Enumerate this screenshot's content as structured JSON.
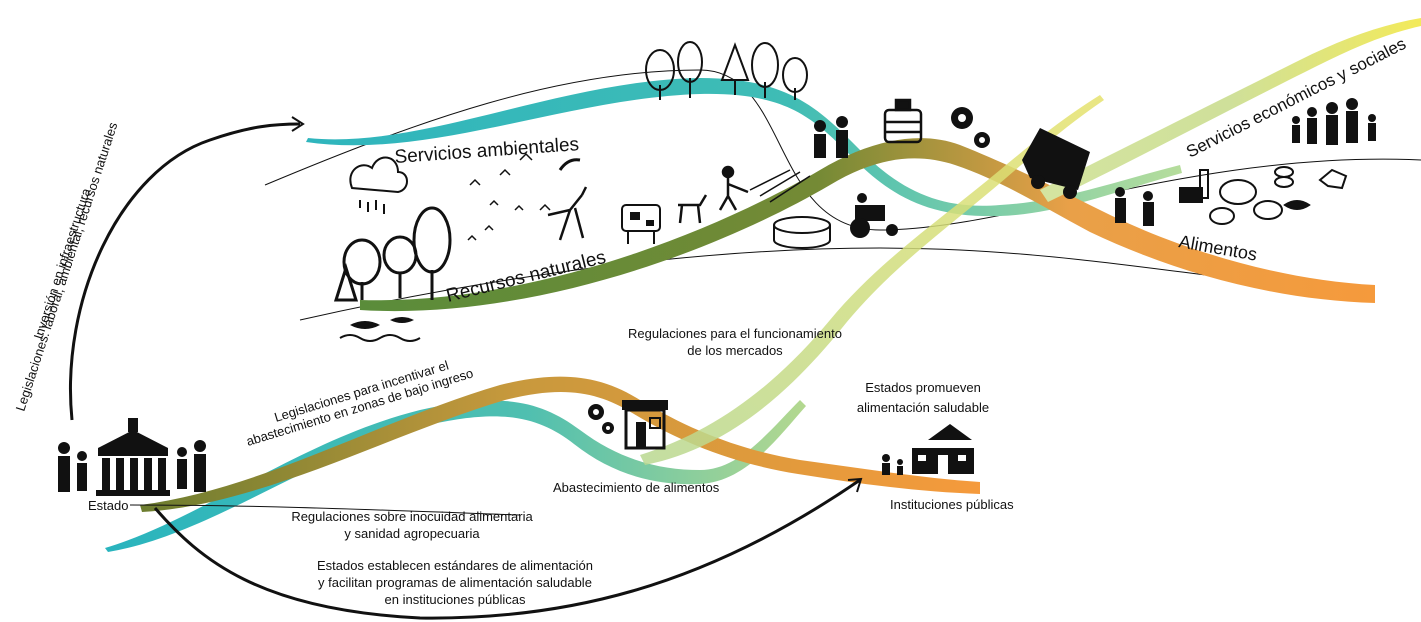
{
  "labels": {
    "servicios_ambientales": "Servicios ambientales",
    "recursos_naturales": "Recursos naturales",
    "servicios_economicos": "Servicios económicos y sociales",
    "alimentos": "Alimentos",
    "estado": "Estado",
    "instituciones_publicas": "Instituciones públicas",
    "abastecimiento": "Abastecimiento de alimentos",
    "inversion_line1": "Inversión en infraestructura",
    "inversion_line2": "Legislaciones: laboral, ambiental, recursos naturales",
    "legislaciones_line1": "Legislaciones para incentivar el",
    "legislaciones_line2": "abastecimiento en zonas de bajo ingreso",
    "regulaciones_mercados_line1": "Regulaciones para  el funcionamiento",
    "regulaciones_mercados_line2": "de los mercados",
    "estados_promueven_line1": "Estados promueven",
    "estados_promueven_line2": "alimentación saludable",
    "inocuidad_line1": "Regulaciones sobre inocuidad alimentaria",
    "inocuidad_line2": "y sanidad agropecuaria",
    "estandares_line1": "Estados establecen estándares de alimentación",
    "estandares_line2": "y facilitan programas de alimentación saludable",
    "estandares_line3": "en instituciones públicas"
  },
  "colors": {
    "teal": "#2fb5bd",
    "olive": "#6b7d2e",
    "orange": "#f59a3c",
    "light_green": "#a9d08e",
    "yellow": "#e8e46a",
    "ink": "#111111"
  },
  "icons": [
    "tree-icon",
    "cloud-rain-icon",
    "bird-icon",
    "deer-icon",
    "cow-icon",
    "goat-icon",
    "farmer-icon",
    "tractor-icon",
    "fish-icon",
    "water-tank-icon",
    "gear-icon",
    "truck-icon",
    "family-icon",
    "bread-icon",
    "shop-icon",
    "school-icon",
    "government-building-icon",
    "people-icon"
  ]
}
